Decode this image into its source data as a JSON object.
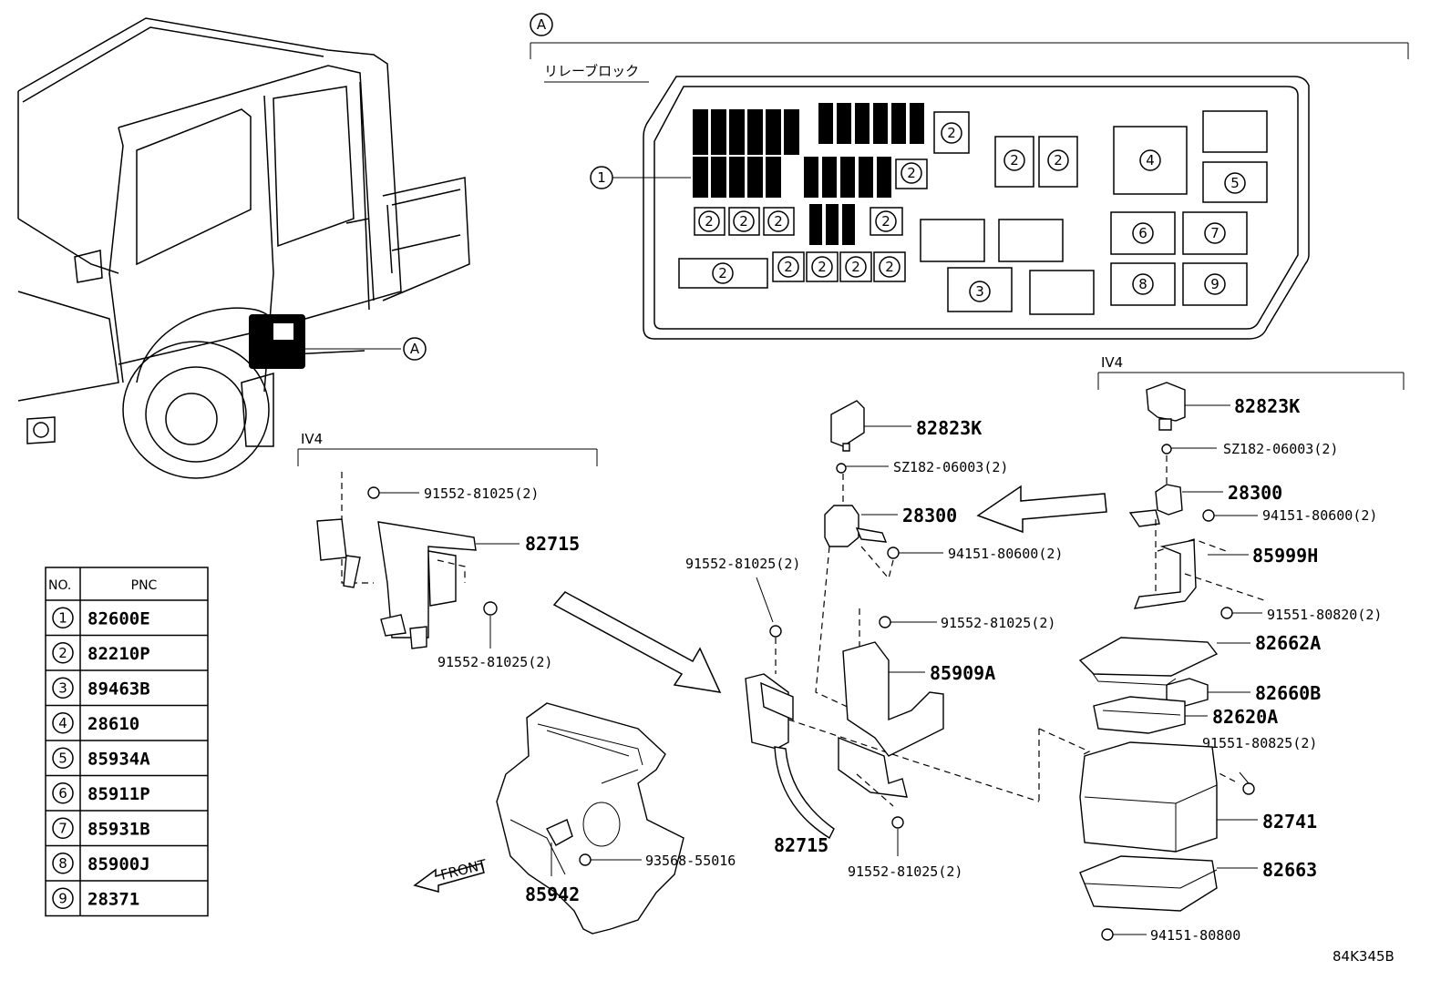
{
  "section_marker": "A",
  "relay_block_label": "リレーブロック",
  "variant_labels": {
    "left": "IV4",
    "right": "IV4"
  },
  "front_label": "FRONT",
  "diagram_code": "84K345B",
  "relay_block_refs": [
    "1",
    "2",
    "2",
    "2",
    "2",
    "2",
    "2",
    "2",
    "2",
    "2",
    "2",
    "2",
    "2",
    "2",
    "3",
    "4",
    "5",
    "6",
    "7",
    "8",
    "9"
  ],
  "callouts": {
    "truck_ref": "A",
    "p82823K_left": "82823K",
    "pSZ182_left": "SZ182-06003(2)",
    "p28300_left": "28300",
    "p94151_80600_left": "94151-80600(2)",
    "p91552_bracket_top": "91552-81025(2)",
    "p82715_top": "82715",
    "p91552_bracket_bottom": "91552-81025(2)",
    "p91552_mid": "91552-81025(2)",
    "p91552_right_top": "91552-81025(2)",
    "p85909A": "85909A",
    "p82715_bottom": "82715",
    "p91552_right_bottom": "91552-81025(2)",
    "p93568": "93568-55016",
    "p85942": "85942",
    "p82823K_right": "82823K",
    "pSZ182_right": "SZ182-06003(2)",
    "p28300_right": "28300",
    "p94151_80600_right": "94151-80600(2)",
    "p85999H": "85999H",
    "p91551_80820": "91551-80820(2)",
    "p82662A": "82662A",
    "p82660B": "82660B",
    "p82620A": "82620A",
    "p91551_80825": "91551-80825(2)",
    "p82741": "82741",
    "p82663": "82663",
    "p94151_80800": "94151-80800"
  },
  "table": {
    "headers": [
      "NO.",
      "PNC"
    ],
    "rows": [
      {
        "no": "1",
        "pnc": "82600E"
      },
      {
        "no": "2",
        "pnc": "82210P"
      },
      {
        "no": "3",
        "pnc": "89463B"
      },
      {
        "no": "4",
        "pnc": "28610"
      },
      {
        "no": "5",
        "pnc": "85934A"
      },
      {
        "no": "6",
        "pnc": "85911P"
      },
      {
        "no": "7",
        "pnc": "85931B"
      },
      {
        "no": "8",
        "pnc": "85900J"
      },
      {
        "no": "9",
        "pnc": "28371"
      }
    ]
  }
}
